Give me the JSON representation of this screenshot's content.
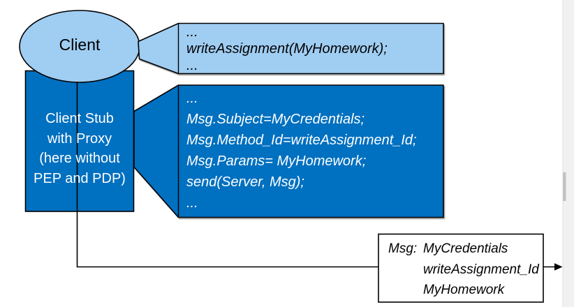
{
  "client": {
    "label": "Client"
  },
  "stub": {
    "lines": [
      "Client Stub",
      "with Proxy",
      "(here without",
      "PEP and PDP)"
    ]
  },
  "callout_client_code": {
    "lines": [
      "...",
      "writeAssignment(MyHomework);",
      "..."
    ]
  },
  "callout_stub_code": {
    "lines": [
      "...",
      "Msg.Subject=MyCredentials;",
      "Msg.Method_Id=writeAssignment_Id;",
      "Msg.Params= MyHomework;",
      "send(Server, Msg);",
      "..."
    ]
  },
  "msg_box": {
    "label": "Msg:",
    "values": [
      "MyCredentials",
      "writeAssignment_Id",
      "MyHomework"
    ]
  },
  "colors": {
    "light_blue": "#A0CDF2",
    "dark_blue": "#0070C0",
    "outline": "#000000",
    "box_bg": "#FFFFFF",
    "text_on_dark": "#FFFFFF",
    "text_on_light": "#000000",
    "scrollbar_track": "#F1F1F1",
    "scrollbar_edge": "#E0E0E0",
    "scrollbar_thumb": "#C1C1C1"
  }
}
